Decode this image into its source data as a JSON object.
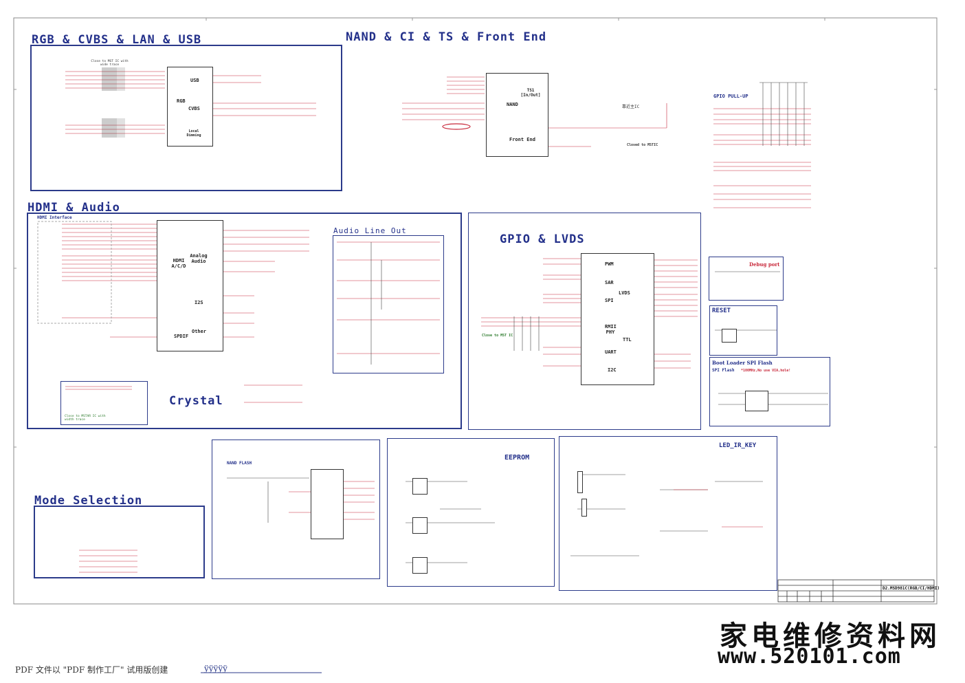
{
  "sections": {
    "rgb": "RGB & CVBS & LAN & USB",
    "nand": "NAND & CI & TS & Front End",
    "hdmi": "HDMI & Audio",
    "gpio": "GPIO & LVDS",
    "mode": "Mode Selection",
    "crystal": "Crystal",
    "eeprom": "EEPROM",
    "led": "LED_IR_KEY",
    "nand_flash": "NAND FLASH",
    "audio_line_out": "Audio Line Out",
    "gpio_pullup": "GPIO PULL-UP",
    "debug_port": "Debug port",
    "reset": "RESET",
    "boot_loader": "Boot Loader SPI Flash",
    "spi_flash": "SPI Flash",
    "hdmi_interface": "HDMI Interface"
  },
  "blocks": {
    "usb": "USB",
    "rgb": "RGB",
    "cvbs": "CVBS",
    "local_dimming": "Local Dimming",
    "nand": "NAND",
    "ts1": "TS1 [In/Out]",
    "front_end": "Front End",
    "hdmi_adc": "HDMI A/C/D",
    "analog_audio": "Analog Audio",
    "i2s": "I2S",
    "spdif": "SPDIF",
    "other": "Other",
    "pwm": "PWM",
    "sar": "SAR",
    "spi": "SPI",
    "rmii_phy": "RMII PHY",
    "uart": "UART",
    "i2c": "I2C",
    "lvds": "LVDS",
    "ttl": "TTL"
  },
  "notes": {
    "close_to_ic": "Close to MST IC with wide trace",
    "close_to_mstar": "Close to MSTAR IC with width trace",
    "closed_to_mstic": "Closed to MSTIC",
    "close_to_mst": "Close to MST IC",
    "chinese_note": "靠近主IC",
    "spi_note": "*100MHz,No use VIA,hole!"
  },
  "title_block": {
    "model": "D2.MSD981C(RGB/CI/HDMI)"
  },
  "watermark": {
    "cn": "家电维修资料网",
    "url": "www.520101.com"
  },
  "footer": {
    "text": "PDF 文件以 \"PDF 制作工厂\" 试用版创建",
    "link": "ÿÿÿÿÿ"
  },
  "colors": {
    "frame": "#2b3a8a",
    "title": "#23308a",
    "net": "#c8283a",
    "wire": "#444444"
  }
}
